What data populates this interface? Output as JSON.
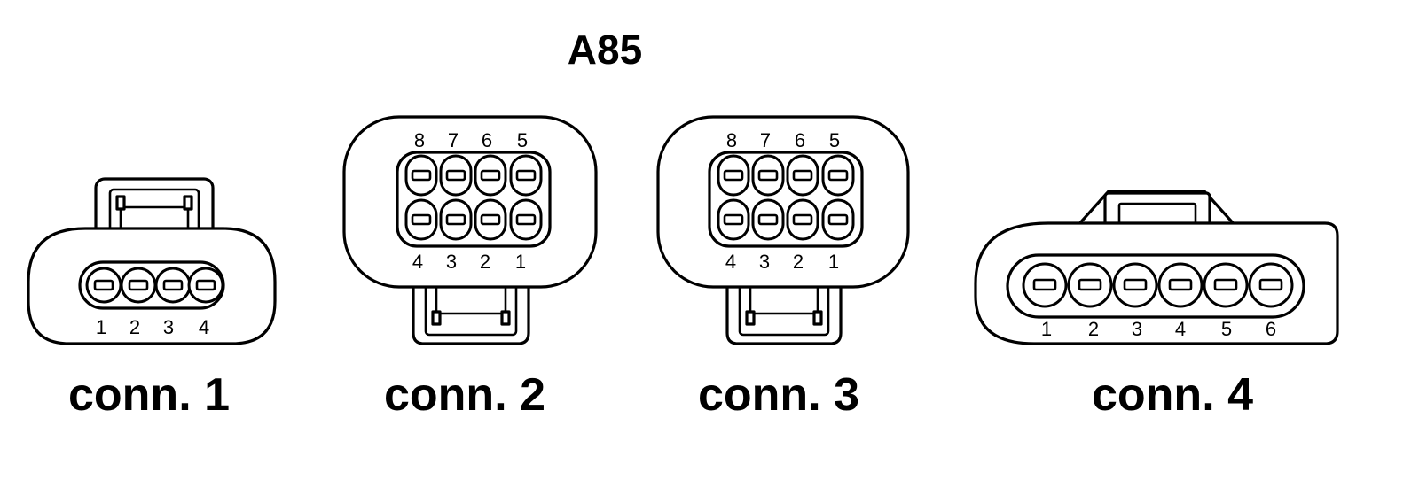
{
  "title": "A85",
  "connectors": [
    {
      "label": "conn. 1",
      "pins_bottom": [
        "1",
        "2",
        "3",
        "4"
      ]
    },
    {
      "label": "conn. 2",
      "pins_top": [
        "8",
        "7",
        "6",
        "5"
      ],
      "pins_bottom": [
        "4",
        "3",
        "2",
        "1"
      ]
    },
    {
      "label": "conn. 3",
      "pins_top": [
        "8",
        "7",
        "6",
        "5"
      ],
      "pins_bottom": [
        "4",
        "3",
        "2",
        "1"
      ]
    },
    {
      "label": "conn. 4",
      "pins_bottom": [
        "1",
        "2",
        "3",
        "4",
        "5",
        "6"
      ]
    }
  ]
}
